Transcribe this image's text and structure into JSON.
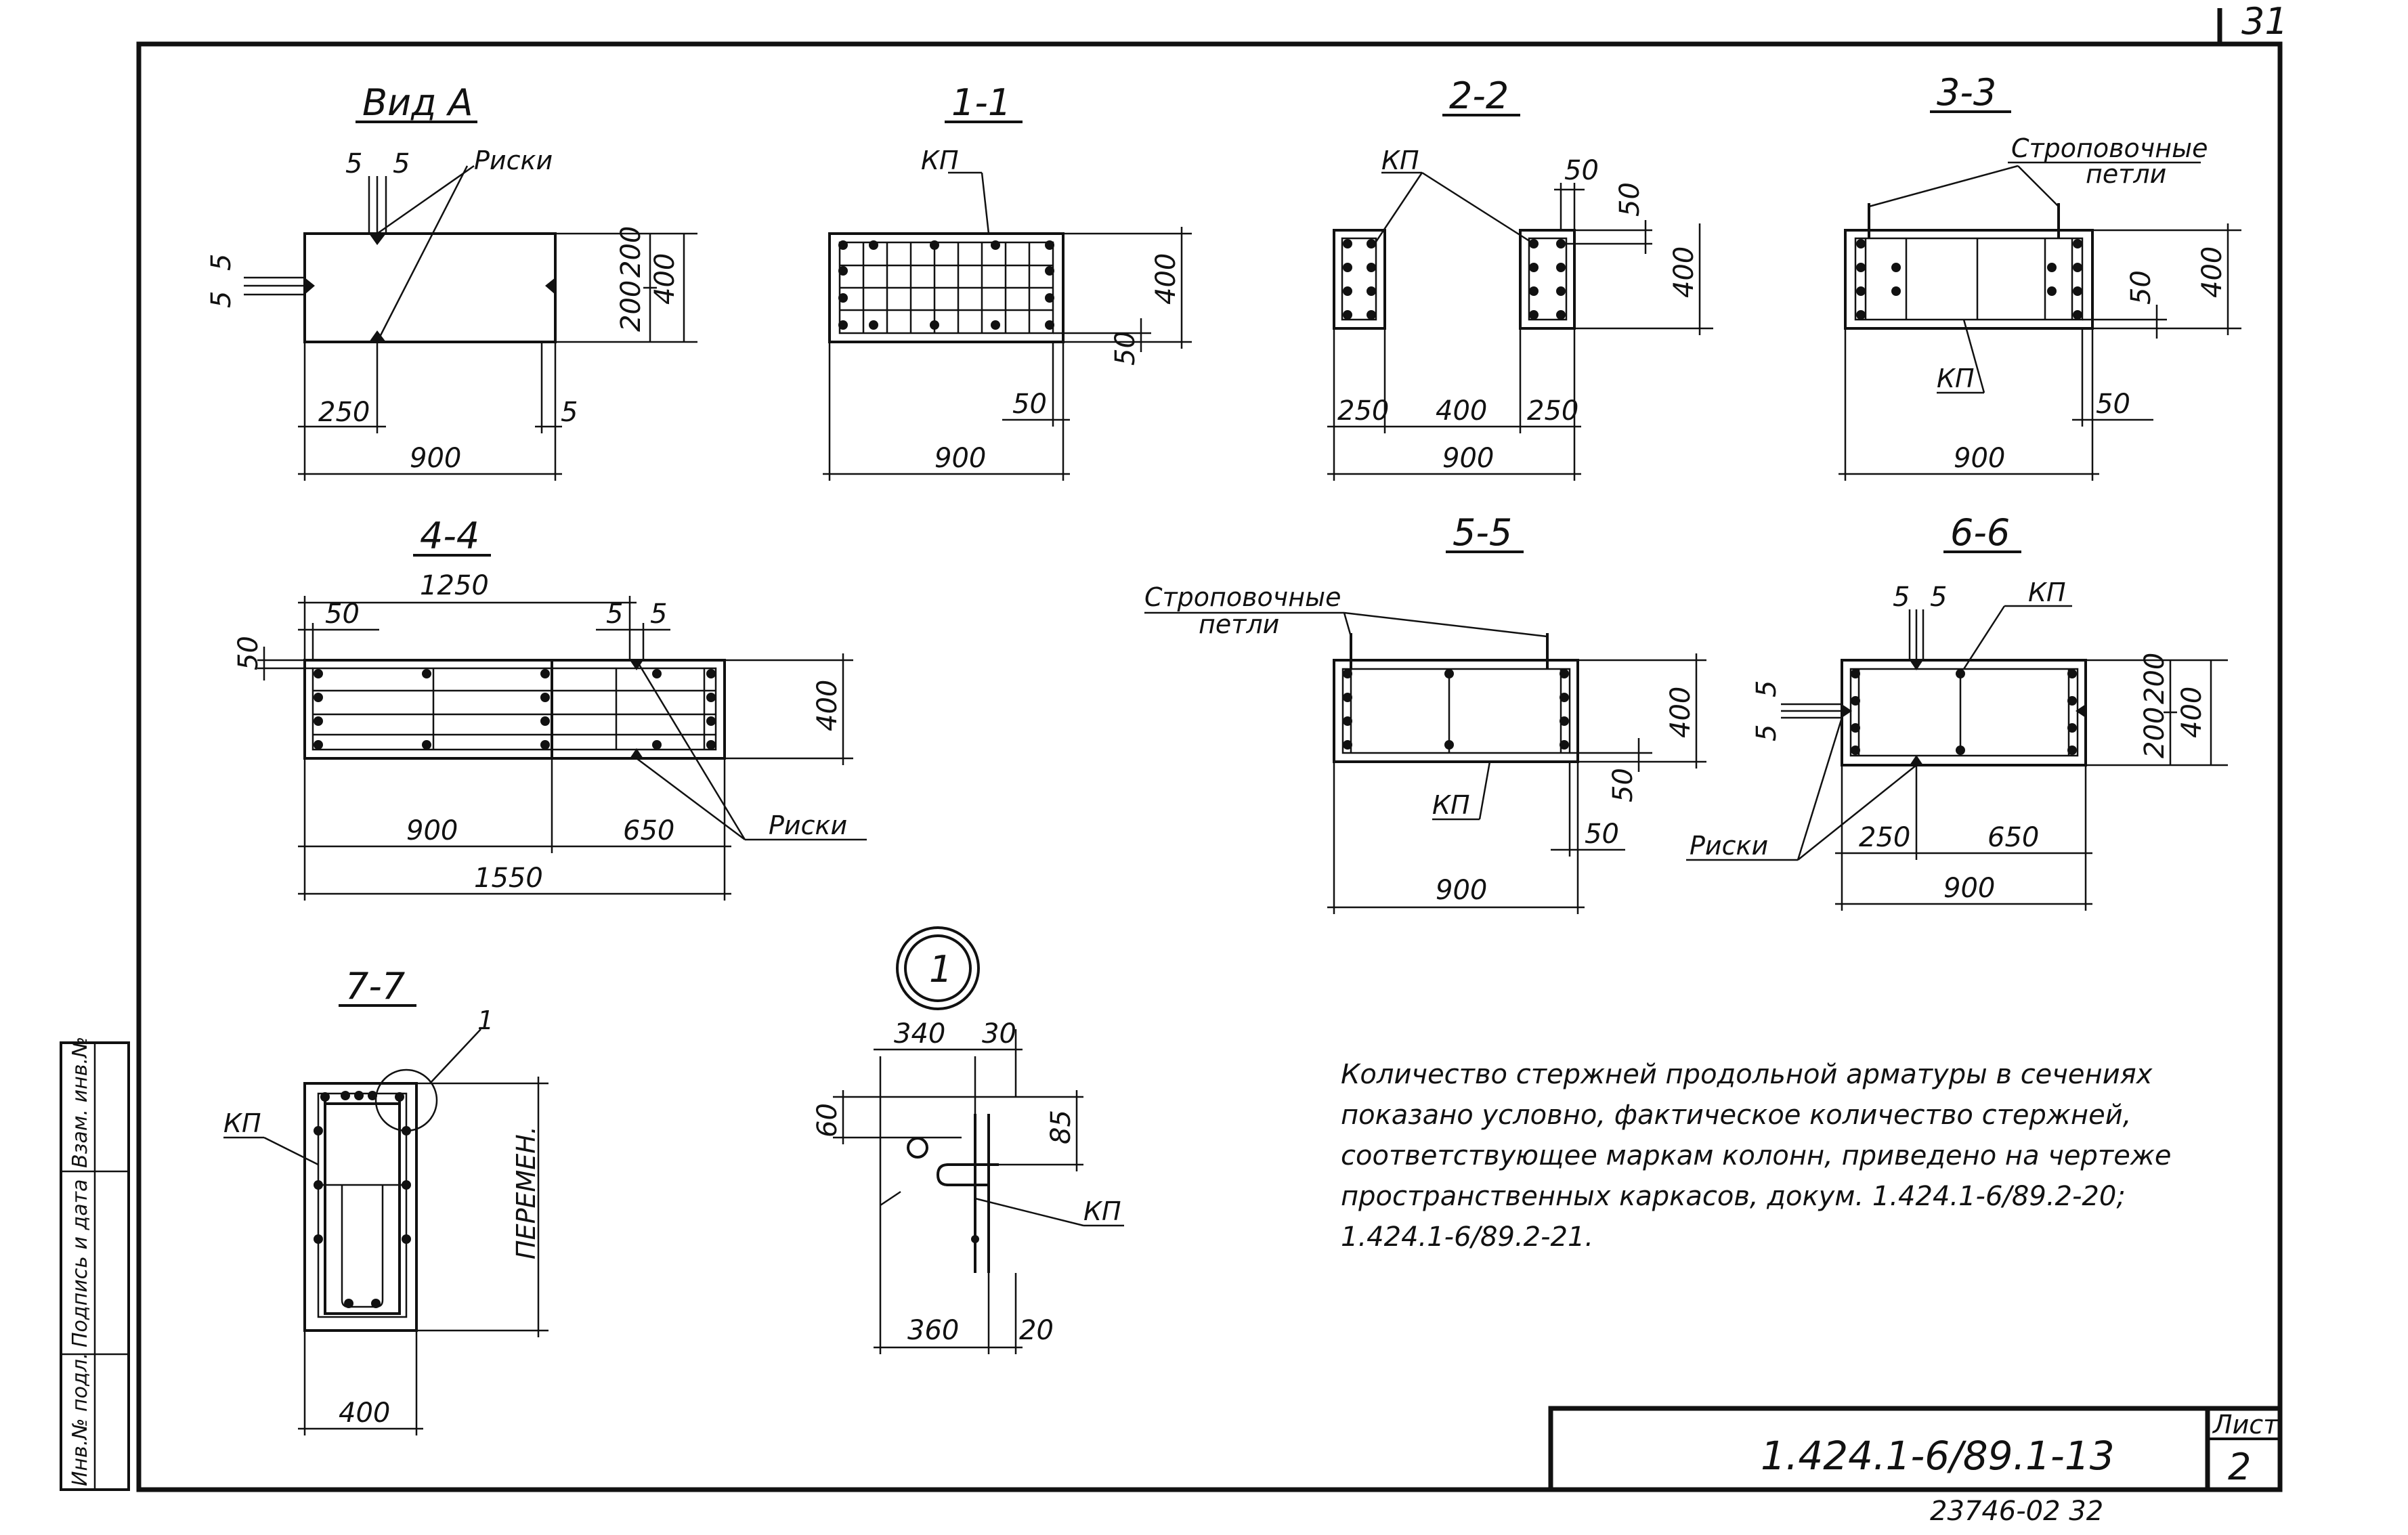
{
  "page_number_top": "31",
  "views": {
    "vid_a": {
      "title": "Вид А",
      "rizki": "Риски",
      "d5a": "5",
      "d5b": "5",
      "d5c": "5",
      "d5d": "5",
      "d200": "200",
      "d200b": "200",
      "d400": "400",
      "d250": "250",
      "d5e": "5",
      "d900": "900"
    },
    "s1": {
      "title": "1-1",
      "kp": "КП",
      "d400": "400",
      "d50a": "50",
      "d50b": "50",
      "d900": "900"
    },
    "s2": {
      "title": "2-2",
      "kp": "КП",
      "d50a": "50",
      "d50b": "50",
      "d400v": "400",
      "d250a": "250",
      "d400": "400",
      "d250b": "250",
      "d900": "900"
    },
    "s3": {
      "title": "3-3",
      "loops_line1": "Строповочные",
      "loops_line2": "петли",
      "d400": "400",
      "d50a": "50",
      "kp": "КП",
      "d50b": "50",
      "d900": "900"
    },
    "s4": {
      "title": "4-4",
      "d1250": "1250",
      "d50a": "50",
      "d5a": "5",
      "d5b": "5",
      "d50b": "50",
      "d400": "400",
      "d900": "900",
      "d650": "650",
      "rizki": "Риски",
      "d1550": "1550"
    },
    "s5": {
      "title": "5-5",
      "loops_line1": "Строповочные",
      "loops_line2": "петли",
      "d400": "400",
      "kp": "КП",
      "d50a": "50",
      "d50b": "50",
      "d900": "900"
    },
    "s6": {
      "title": "6-6",
      "d5a": "5",
      "d5b": "5",
      "kp": "КП",
      "d5c": "5",
      "d5d": "5",
      "d200a": "200",
      "d200b": "200",
      "d400": "400",
      "rizki": "Риски",
      "d250": "250",
      "d650": "650",
      "d900": "900"
    },
    "s7": {
      "title": "7-7",
      "callout": "1",
      "kp": "КП",
      "var": "ПЕРЕМЕН.",
      "d400": "400"
    },
    "detail": {
      "num": "1",
      "d340": "340",
      "d30": "30",
      "d60": "60",
      "d85": "85",
      "kp": "КП",
      "d360": "360",
      "d20": "20"
    }
  },
  "note": {
    "line1": "Количество стержней продольной арматуры в сечениях",
    "line2": "показано условно, фактическое количество стержней,",
    "line3": "соответствующее маркам колонн, приведено на чертеже",
    "line4": "пространственных каркасов, докум. 1.424.1-6/89.2-20;",
    "line5": "1.424.1-6/89.2-21."
  },
  "side_stamp": {
    "c1": "Инв.№ подл.",
    "c2": "Подпись и дата",
    "c3": "Взам. инв.№"
  },
  "title_block": {
    "code": "1.424.1-6/89.1-13",
    "sheet_label": "Лист",
    "sheet_no": "2"
  },
  "bottom_number": "23746-02  32"
}
